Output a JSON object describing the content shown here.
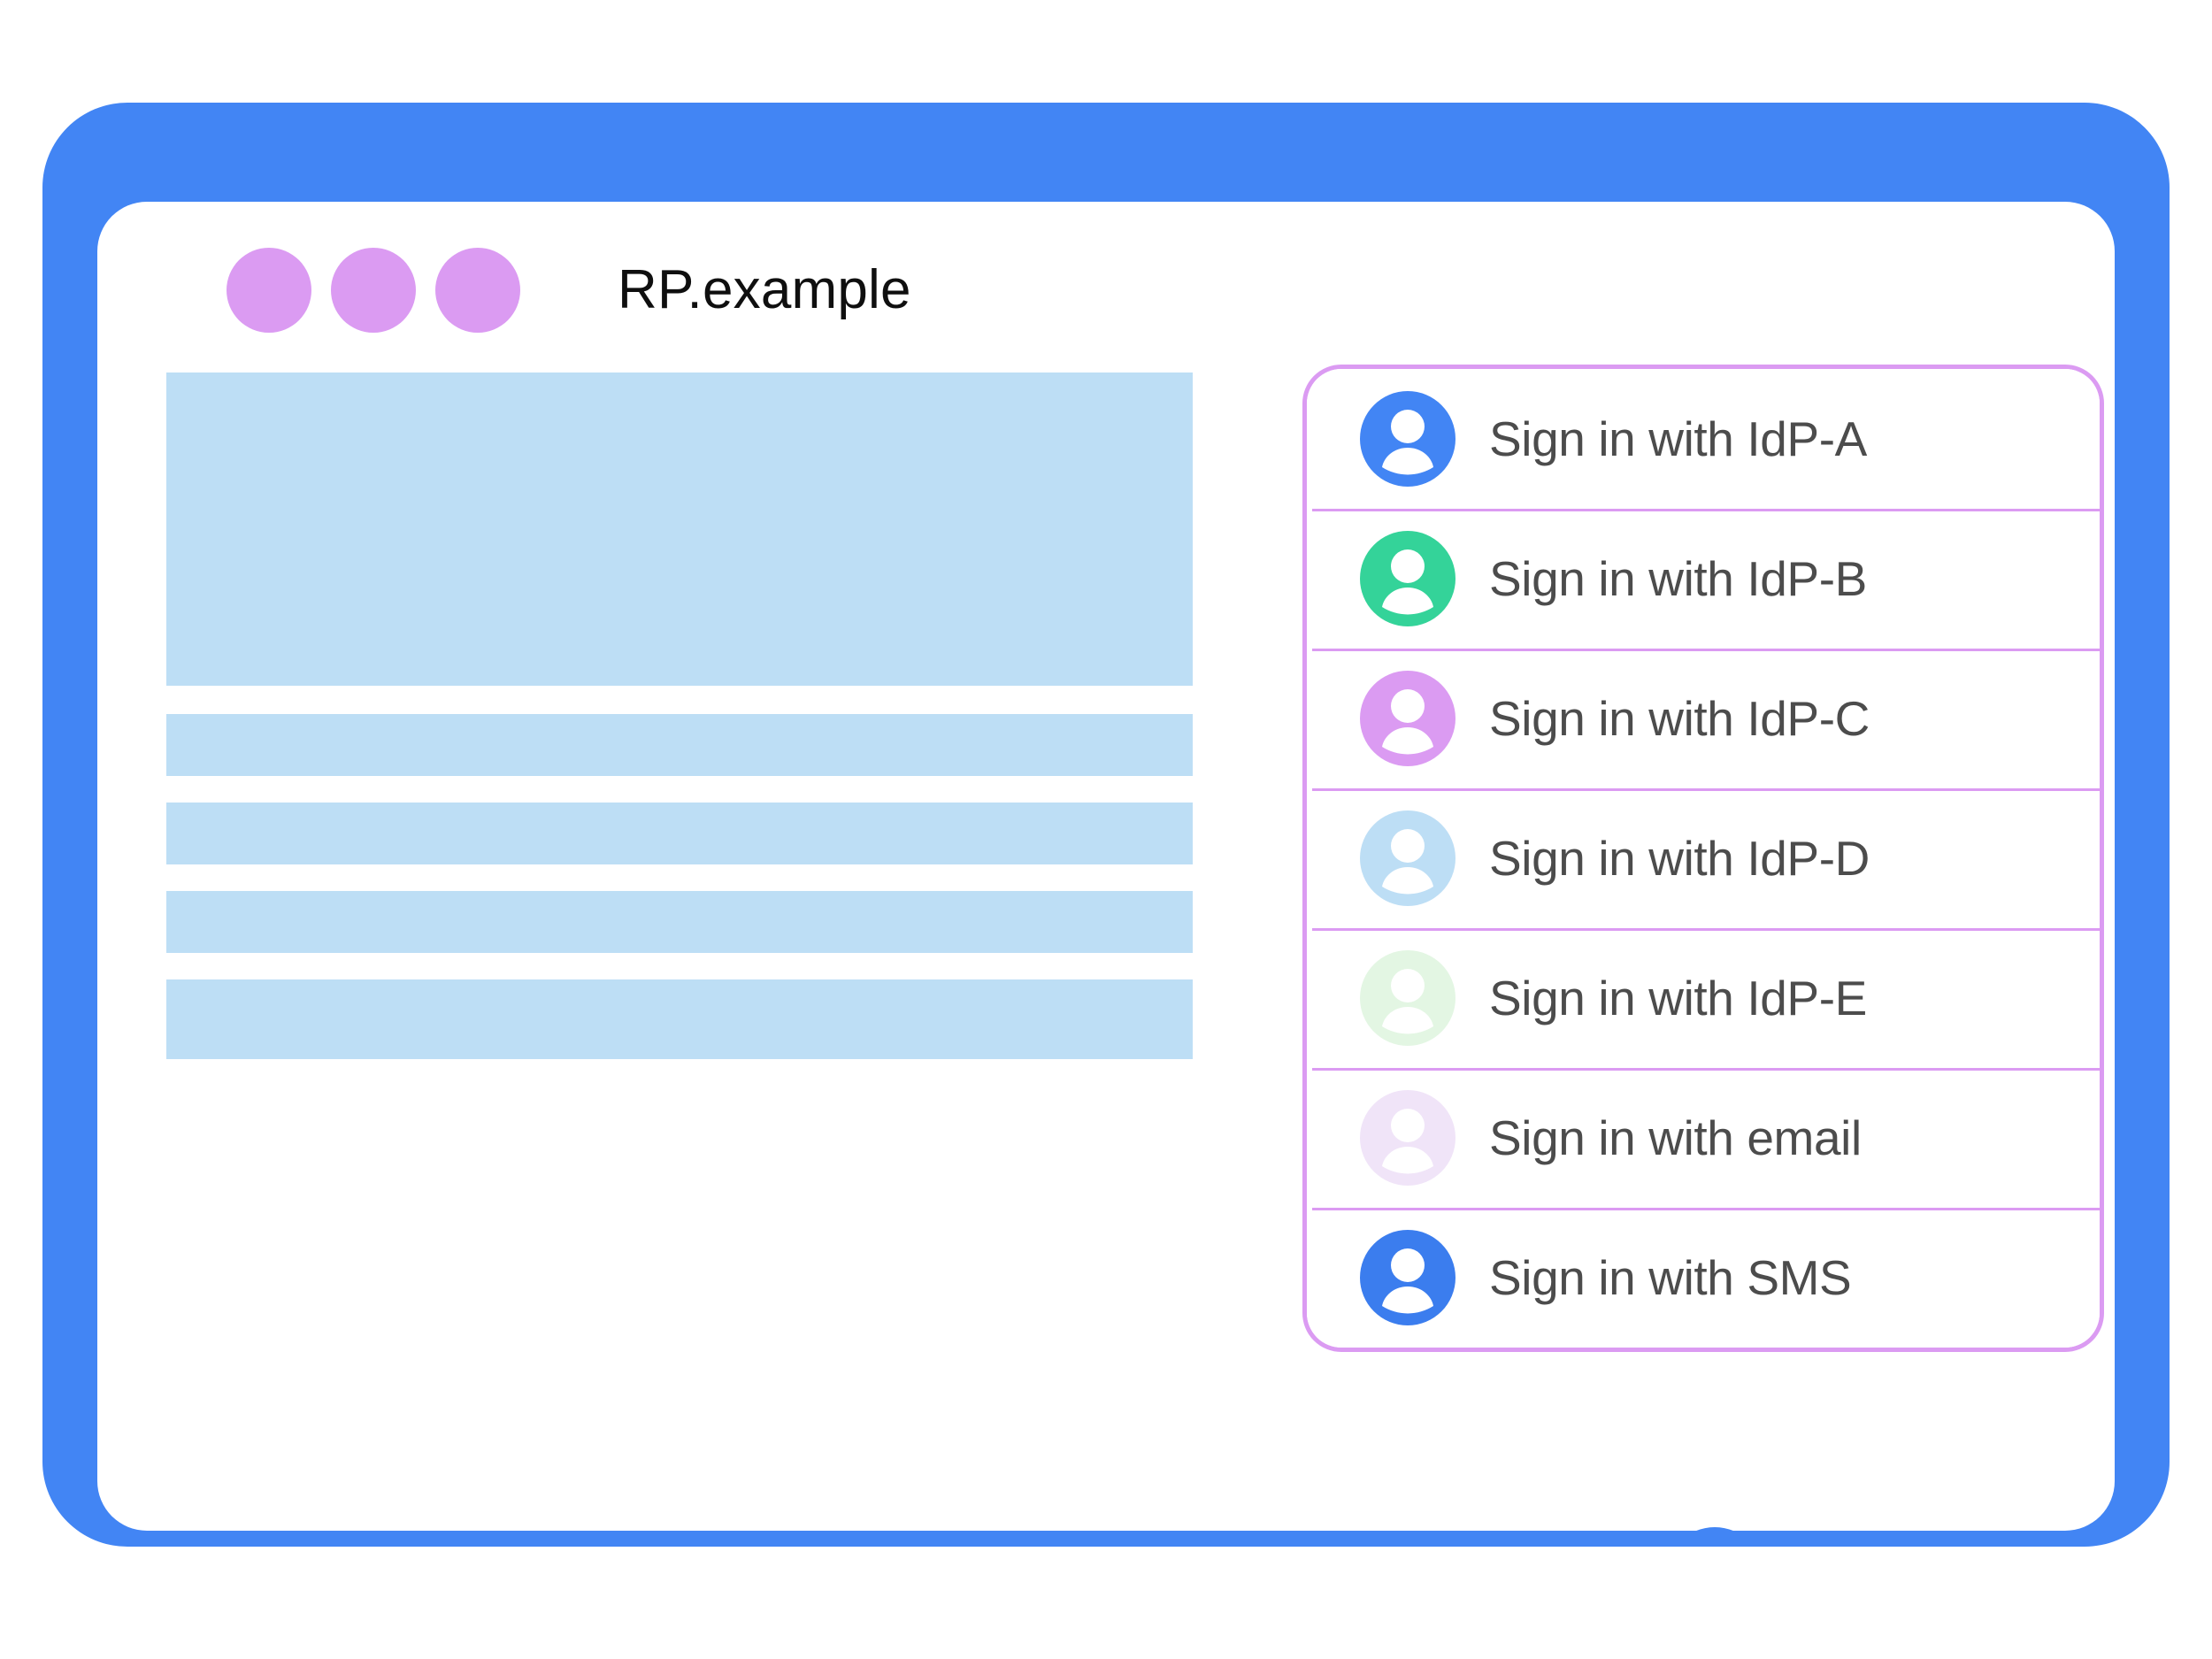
{
  "browser": {
    "title": "RP.example",
    "window_dots": [
      "window-dot-1",
      "window-dot-2",
      "window-dot-3"
    ],
    "dot_color": "#DB9BF2",
    "frame_color": "#4285F4",
    "card_color": "#FFFFFF"
  },
  "content_placeholders": [
    {
      "name": "hero-placeholder",
      "kind": "hero"
    },
    {
      "name": "text-line-placeholder-1",
      "kind": "bar"
    },
    {
      "name": "text-line-placeholder-2",
      "kind": "bar"
    },
    {
      "name": "text-line-placeholder-3",
      "kind": "bar"
    },
    {
      "name": "text-line-placeholder-4",
      "kind": "bar"
    }
  ],
  "placeholder_color": "#BDDEF5",
  "signin_popup": {
    "border_color": "#DB9BF2",
    "divider_color": "#DB9BF2",
    "label_color": "#4C4C4C",
    "options": [
      {
        "label": "Sign in with IdP-A",
        "icon": "account-avatar-icon",
        "avatar_color": "#4285F4"
      },
      {
        "label": "Sign in with IdP-B",
        "icon": "account-avatar-icon",
        "avatar_color": "#34D399"
      },
      {
        "label": "Sign in with IdP-C",
        "icon": "account-avatar-icon",
        "avatar_color": "#DB9BF2"
      },
      {
        "label": "Sign in with IdP-D",
        "icon": "account-avatar-icon",
        "avatar_color": "#BDDEF5"
      },
      {
        "label": "Sign in with IdP-E",
        "icon": "account-avatar-icon",
        "avatar_color": "#E3F6E3"
      },
      {
        "label": "Sign in with email",
        "icon": "account-avatar-icon",
        "avatar_color": "#F0E4F8"
      },
      {
        "label": "Sign in with SMS",
        "icon": "account-avatar-icon",
        "avatar_color": "#3B7DEE"
      }
    ]
  },
  "home_button": {
    "name": "home-button"
  }
}
